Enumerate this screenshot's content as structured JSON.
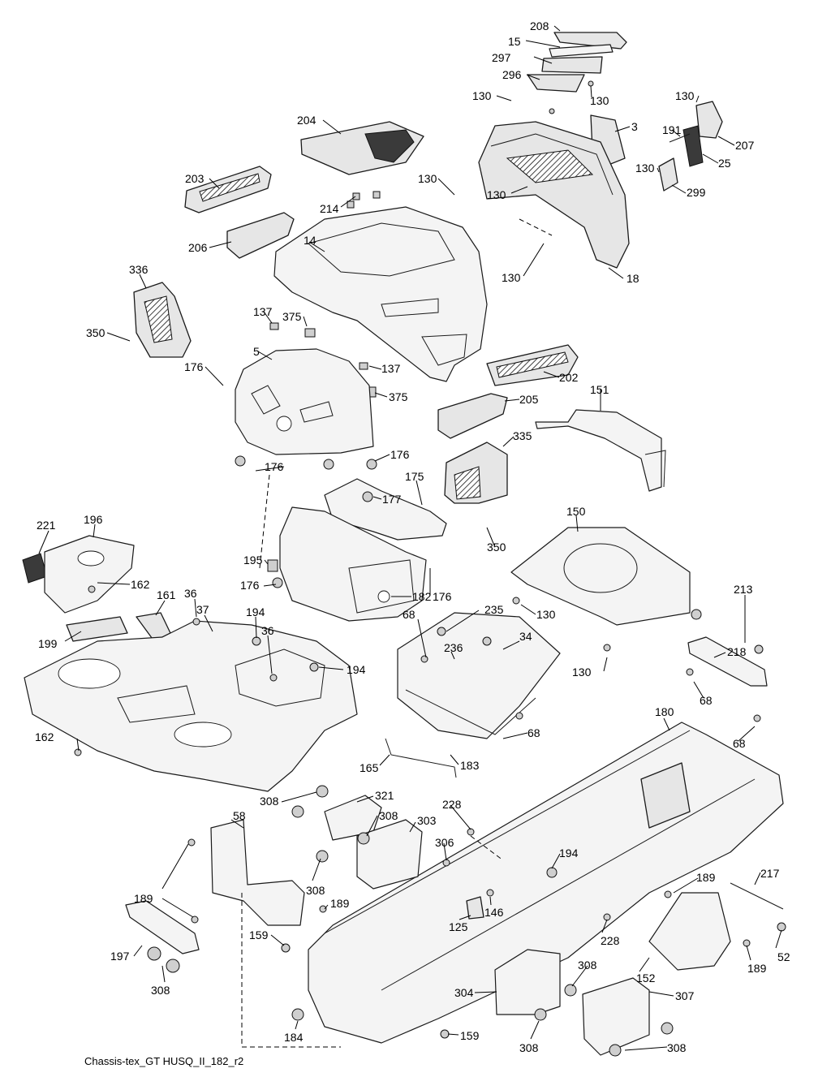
{
  "caption": "Chassis-tex_GT HUSQ_II_182_r2",
  "callouts": [
    "208",
    "15",
    "297",
    "296",
    "130",
    "130",
    "204",
    "3",
    "130",
    "191",
    "207",
    "25",
    "130",
    "299",
    "203",
    "214",
    "130",
    "130",
    "206",
    "14",
    "130",
    "18",
    "336",
    "137",
    "375",
    "350",
    "137",
    "5",
    "176",
    "375",
    "202",
    "151",
    "205",
    "176",
    "335",
    "176",
    "175",
    "177",
    "150",
    "350",
    "196",
    "221",
    "195",
    "162",
    "176",
    "182",
    "176",
    "161",
    "36",
    "37",
    "194",
    "36",
    "199",
    "194",
    "213",
    "130",
    "68",
    "235",
    "34",
    "236",
    "218",
    "130",
    "68",
    "68",
    "162",
    "180",
    "68",
    "165",
    "183",
    "308",
    "321",
    "228",
    "58",
    "308",
    "303",
    "306",
    "194",
    "189",
    "308",
    "189",
    "146",
    "125",
    "217",
    "189",
    "228",
    "159",
    "197",
    "52",
    "189",
    "152",
    "308",
    "304",
    "307",
    "308",
    "184",
    "159",
    "308",
    "308"
  ]
}
